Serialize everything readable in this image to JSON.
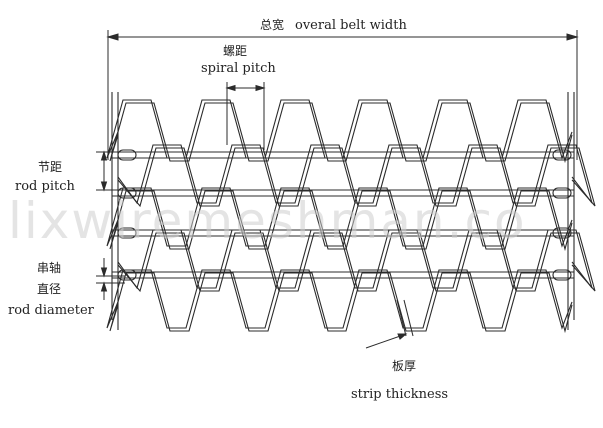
{
  "labels": {
    "overall_width_cn": "总宽",
    "overall_width_en": "overal belt width",
    "spiral_pitch_cn": "螺距",
    "spiral_pitch_en": "spiral pitch",
    "rod_pitch_cn": "节距",
    "rod_pitch_en": "rod pitch",
    "rod_diameter_cn1": "串轴",
    "rod_diameter_cn2": "直径",
    "rod_diameter_en": "rod diameter",
    "strip_thickness_cn": "板厚",
    "strip_thickness_en": "strip thickness"
  },
  "watermark": "lixwiremeshman.co",
  "colors": {
    "line": "#2b2b2b",
    "text": "#222222",
    "watermark": "#cdcdcd"
  }
}
